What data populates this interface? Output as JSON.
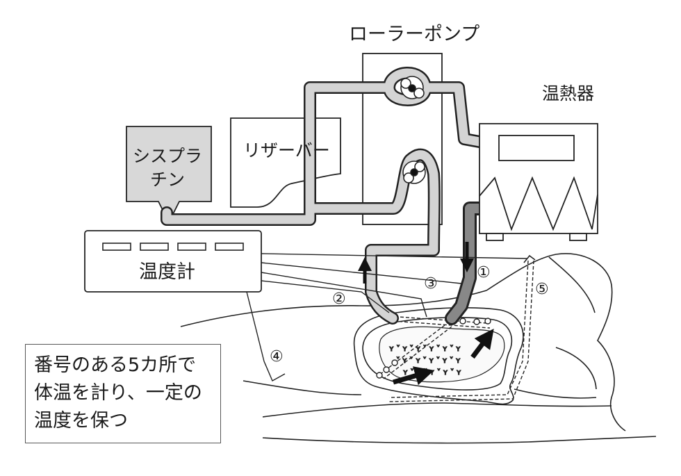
{
  "labels": {
    "pump": "ローラーポンプ",
    "heater": "温熱器",
    "cisplatin_1": "シスプラ",
    "cisplatin_2": "チン",
    "reservoir": "リザーバー",
    "thermometer": "温度計"
  },
  "points": [
    "①",
    "②",
    "③",
    "④",
    "⑤"
  ],
  "note": {
    "line1": "番号のある5カ所で",
    "line2": "体温を計り、一定の",
    "line3": "温度を保つ"
  }
}
